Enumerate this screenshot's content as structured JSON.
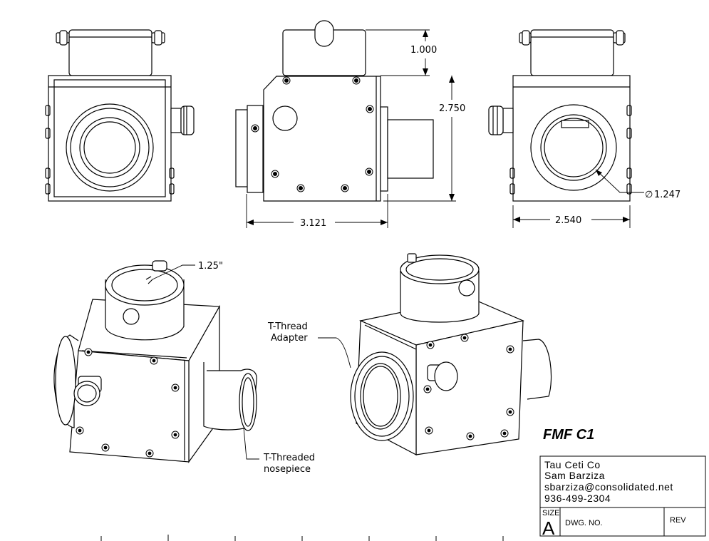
{
  "dimensions": {
    "height_top": "1.000",
    "height_body": "2.750",
    "width_side": "3.121",
    "width_rear": "2.540",
    "rear_bore": "1.247",
    "bore_iso": "1.25\""
  },
  "callouts": {
    "adapter_line1": "T-Thread",
    "adapter_line2": "Adapter",
    "nosepiece_line1": "T-Threaded",
    "nosepiece_line2": "nosepiece"
  },
  "title_block": {
    "drawing_title": "FMF C1",
    "company": "Tau Ceti Co",
    "author": "Sam Barziza",
    "email": "sbarziza@consolidated.net",
    "phone": "936-499-2304",
    "size_label": "SIZE",
    "size_value": "A",
    "dwg_no_label": "DWG.  NO.",
    "rev_label": "REV"
  },
  "symbols": {
    "diameter": "∅"
  }
}
